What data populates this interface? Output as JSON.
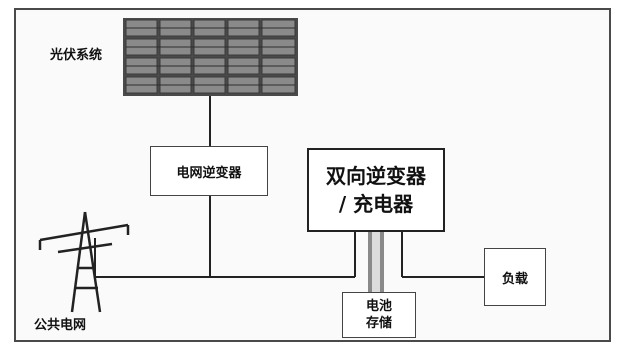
{
  "diagram": {
    "pv_label": "光伏系统",
    "grid_inverter": "电网逆变器",
    "bidir_line1": "双向逆变器",
    "bidir_line2": "/ 充电器",
    "load": "负载",
    "battery_line1": "电池",
    "battery_line2": "存储",
    "grid_label": "公共电网"
  }
}
